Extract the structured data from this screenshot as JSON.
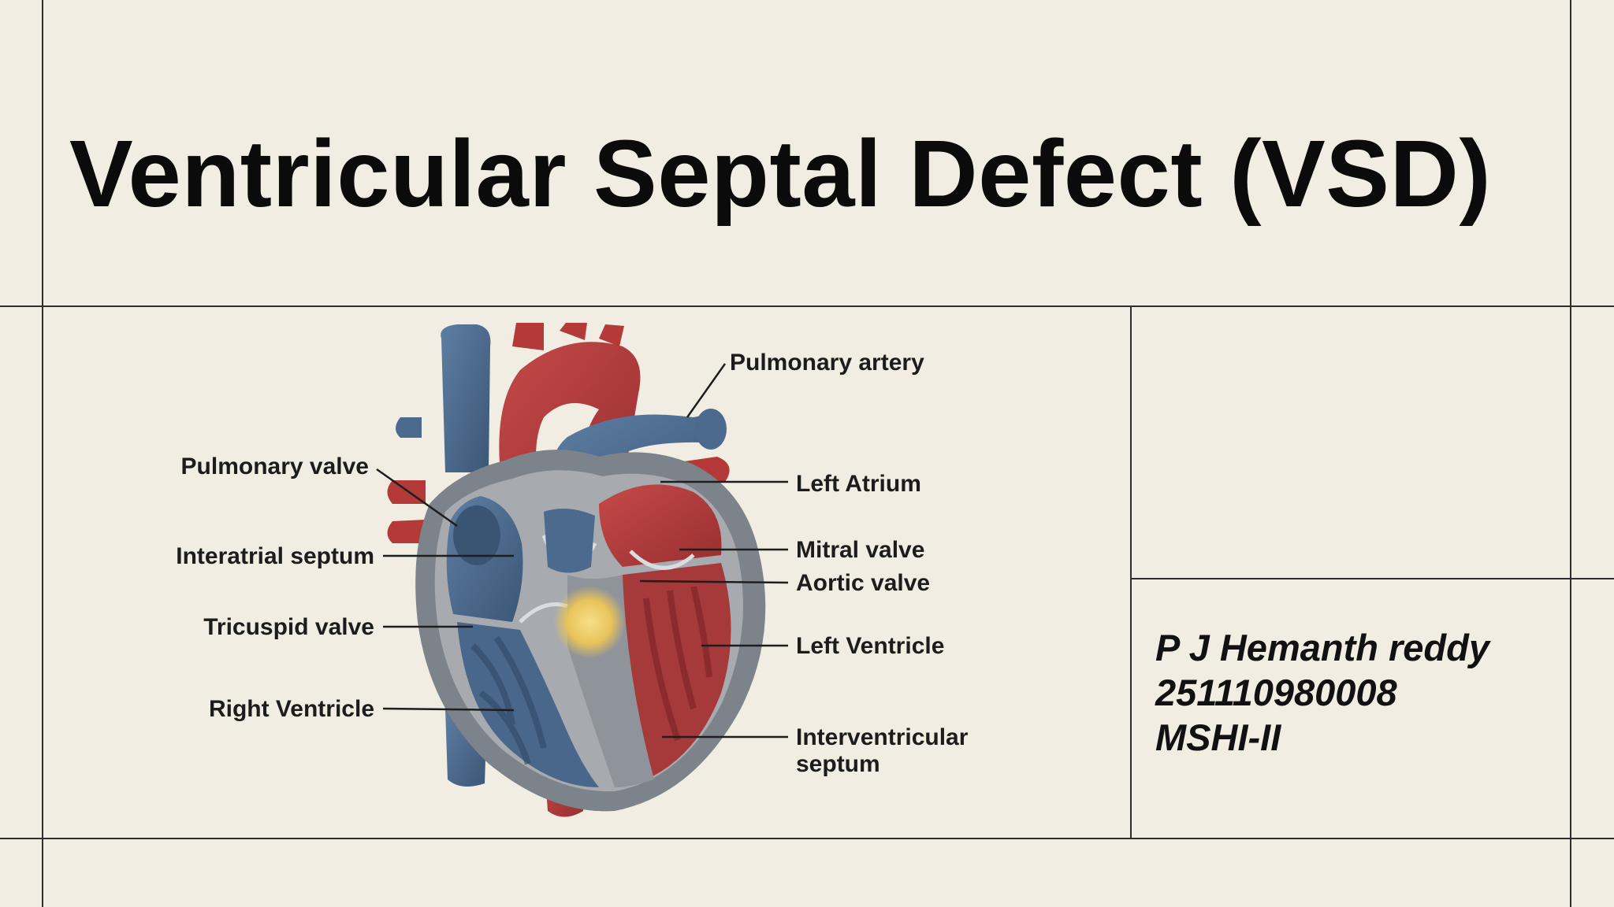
{
  "title": "Ventricular Septal Defect (VSD)",
  "author": {
    "name": "P J Hemanth reddy",
    "id": "251110980008",
    "program": "MSHI-II"
  },
  "labels": {
    "pulmonary_artery": "Pulmonary artery",
    "pulmonary_valve": "Pulmonary valve",
    "left_atrium": "Left Atrium",
    "interatrial_septum": "Interatrial septum",
    "mitral_valve": "Mitral valve",
    "aortic_valve": "Aortic valve",
    "tricuspid_valve": "Tricuspid valve",
    "left_ventricle": "Left Ventricle",
    "right_ventricle": "Right Ventricle",
    "interventricular_septum_1": "Interventricular",
    "interventricular_septum_2": "septum"
  },
  "colors": {
    "background": "#f1ede3",
    "deoxygenated": "#4b6a8e",
    "oxygenated": "#b43a3a",
    "defect_highlight": "#f3d36a",
    "septum": "#8b8f95"
  }
}
